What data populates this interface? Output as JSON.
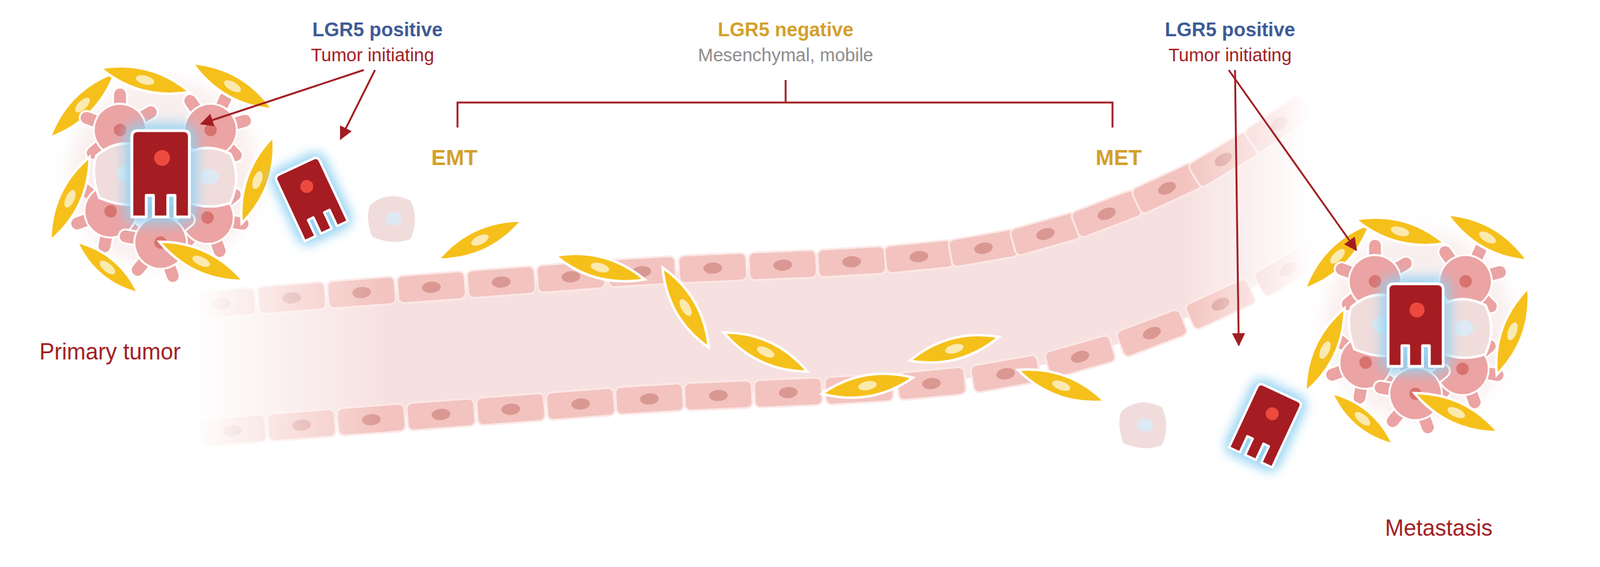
{
  "diagram": {
    "labels": [
      "LGR5 positive",
      "Tumor initiating",
      "LGR5 negative",
      "Mesenchymal, mobile",
      "EMT",
      "MET",
      "LGR5 positive",
      "Tumor initiating",
      "Primary tumor",
      "Metastasis"
    ]
  }
}
